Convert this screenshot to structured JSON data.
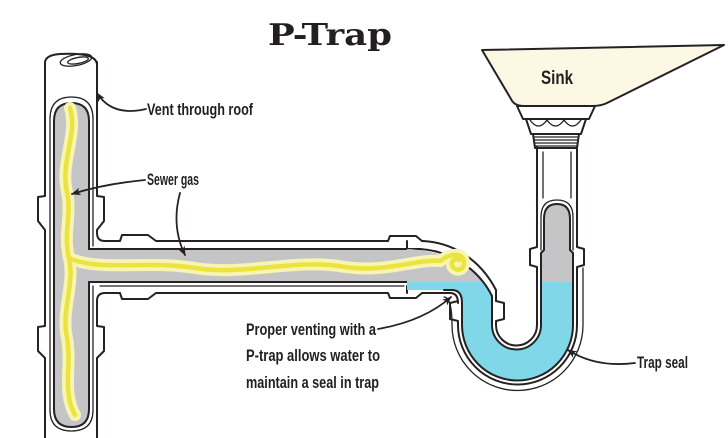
{
  "title": "P-Trap",
  "labels": {
    "vent": "Vent through roof",
    "sewer_gas": "Sewer gas",
    "sink": "Sink",
    "trap_seal": "Trap seal"
  },
  "note": {
    "line1": "Proper venting with a",
    "line2": "P-trap allows water to",
    "line3": "maintain a seal in trap"
  },
  "colors": {
    "outline": "#262224",
    "label": "#231f20",
    "pipe_interior": "#c5c5c7",
    "water": "#7fd7e7",
    "sewer_gas": "#ece43e",
    "sewer_gas_halo": "#f7f4b4",
    "sink": "#fcf8e4"
  }
}
